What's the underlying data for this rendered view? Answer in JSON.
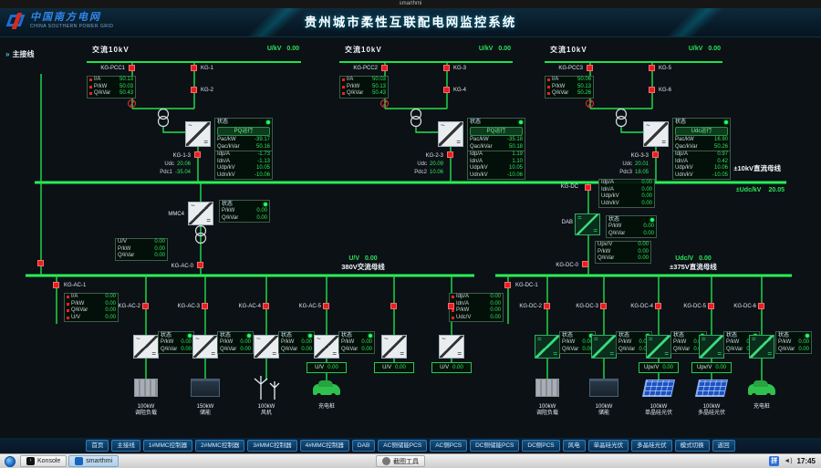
{
  "os": {
    "window_title": "smarthmi",
    "taskbar": {
      "konsole": "Konsole",
      "smarthmi": "smarthmi",
      "tool": "截图工具",
      "ime": "拼",
      "clock": "17:45"
    }
  },
  "header": {
    "logo_cn": "中国南方电网",
    "logo_en": "CHINA SOUTHERN POWER GRID",
    "title": "贵州城市柔性互联配电网监控系统"
  },
  "page_label": "主接线",
  "buses": {
    "dc10": {
      "label": "±10kV直流母线",
      "reading_key": "±Udc/kV",
      "reading_val": "20.05"
    },
    "ac380": {
      "reading_key": "U/V",
      "reading_val": "0.00",
      "label": "380V交流母线"
    },
    "dc375": {
      "reading_key": "Udc/V",
      "reading_val": "0.00",
      "label": "±375V直流母线"
    }
  },
  "feeders": [
    {
      "title": "交流10kV",
      "u_key": "U/kV",
      "u_val": "0.00",
      "pcc": "KG-PCC1",
      "sw_top": "KG-1",
      "sw_mid": "KG-2",
      "sw_dc": "KG-1-3",
      "meter": [
        {
          "k": "I/A",
          "v": "50.13"
        },
        {
          "k": "P/kW",
          "v": "50.03"
        },
        {
          "k": "Q/kVar",
          "v": "50.43"
        }
      ],
      "status": {
        "hdr": "状态",
        "mode": "PQ运行",
        "rows": [
          {
            "k": "Pac/kW",
            "v": "-39.17"
          },
          {
            "k": "Qac/kVar",
            "v": "50.16"
          }
        ]
      },
      "udc_key": "Udc",
      "udc_val": "20.06",
      "pdc_key": "Pdc1",
      "pdc_val": "-35.04",
      "dcmeter": [
        {
          "k": "Idp/A",
          "v": "-1.73"
        },
        {
          "k": "Idn/A",
          "v": "-1.13"
        },
        {
          "k": "Udp/kV",
          "v": "10.05"
        },
        {
          "k": "Udn/kV",
          "v": "-10.06"
        }
      ]
    },
    {
      "title": "交流10kV",
      "u_key": "U/kV",
      "u_val": "0.00",
      "pcc": "KG-PCC2",
      "sw_top": "KG-3",
      "sw_mid": "KG-4",
      "sw_dc": "KG-2-3",
      "meter": [
        {
          "k": "I/A",
          "v": "50.03"
        },
        {
          "k": "P/kW",
          "v": "50.13"
        },
        {
          "k": "Q/kVar",
          "v": "50.43"
        }
      ],
      "status": {
        "hdr": "状态",
        "mode": "PQ运行",
        "rows": [
          {
            "k": "Pac/kW",
            "v": "-35.18"
          },
          {
            "k": "Qac/kVar",
            "v": "50.18"
          }
        ]
      },
      "udc_key": "Udc",
      "udc_val": "20.09",
      "pdc_key": "Pdc2",
      "pdc_val": "10.06",
      "dcmeter": [
        {
          "k": "Idp/A",
          "v": "1.19"
        },
        {
          "k": "Idn/A",
          "v": "1.10"
        },
        {
          "k": "Udp/kV",
          "v": "10.05"
        },
        {
          "k": "Udn/kV",
          "v": "-10.06"
        }
      ]
    },
    {
      "title": "交流10kV",
      "u_key": "U/kV",
      "u_val": "0.00",
      "pcc": "KG-PCC3",
      "sw_top": "KG-5",
      "sw_mid": "KG-6",
      "sw_dc": "KG-3-3",
      "meter": [
        {
          "k": "I/A",
          "v": "50.06"
        },
        {
          "k": "P/kW",
          "v": "50.13"
        },
        {
          "k": "Q/kVar",
          "v": "50.26"
        }
      ],
      "status": {
        "hdr": "状态",
        "mode": "Udc运行",
        "rows": [
          {
            "k": "Pac/kW",
            "v": "16.90"
          },
          {
            "k": "Qac/kVar",
            "v": "50.26"
          }
        ]
      },
      "udc_key": "Udc",
      "udc_val": "20.01",
      "pdc_key": "Pdc3",
      "pdc_val": "18.05",
      "dcmeter": [
        {
          "k": "Idp/A",
          "v": "0.97"
        },
        {
          "k": "Idn/A",
          "v": "0.42"
        },
        {
          "k": "Udp/kV",
          "v": "10.06"
        },
        {
          "k": "Udn/kV",
          "v": "-10.05"
        }
      ]
    }
  ],
  "mmc": {
    "label": "MMC4",
    "status": {
      "hdr": "状态",
      "rows": [
        {
          "k": "P/kW",
          "v": "0.00"
        },
        {
          "k": "Q/kVar",
          "v": "0.00"
        }
      ]
    },
    "meter": [
      {
        "k": "U/V",
        "v": "0.00"
      },
      {
        "k": "P/kW",
        "v": "0.00"
      },
      {
        "k": "Q/kVar",
        "v": "0.00"
      }
    ],
    "sw": "KG-AC-0"
  },
  "dab": {
    "label": "DAB",
    "bus_sw": "KG-DC",
    "bus_meter": [
      {
        "k": "Idp/A",
        "v": "0.00"
      },
      {
        "k": "Idn/A",
        "v": "0.00"
      },
      {
        "k": "Udp/kV",
        "v": "0.00"
      },
      {
        "k": "Udn/kV",
        "v": "0.00"
      }
    ],
    "status": {
      "hdr": "状态",
      "rows": [
        {
          "k": "P/kW",
          "v": "0.00"
        },
        {
          "k": "Q/kVar",
          "v": "0.00"
        }
      ]
    },
    "meter": [
      {
        "k": "Upv/V",
        "v": "0.00"
      },
      {
        "k": "P/kW",
        "v": "0.00"
      },
      {
        "k": "Q/kVar",
        "v": "0.00"
      }
    ],
    "sw": "KG-DC-0"
  },
  "ac_side": {
    "main_sw": "KG-AC-1",
    "main_meter": [
      {
        "k": "I/A",
        "v": "0.00"
      },
      {
        "k": "P/kW",
        "v": "0.00"
      },
      {
        "k": "Q/kVar",
        "v": "0.00"
      },
      {
        "k": "U/V",
        "v": "0.00"
      }
    ],
    "branches": [
      {
        "sw": "KG-AC-2",
        "status": {
          "hdr": "状态",
          "rows": [
            {
              "k": "P/kW",
              "v": "0.00"
            },
            {
              "k": "Q/kVar",
              "v": "0.00"
            }
          ]
        },
        "load": "100kW\n调阻负载"
      },
      {
        "sw": "KG-AC-3",
        "status": {
          "hdr": "状态",
          "rows": [
            {
              "k": "P/kW",
              "v": "0.00"
            },
            {
              "k": "Q/kVar",
              "v": "0.00"
            }
          ]
        },
        "load": "150kW\n储能"
      },
      {
        "sw": "KG-AC-4",
        "status": {
          "hdr": "状态",
          "rows": [
            {
              "k": "P/kW",
              "v": "0.00"
            },
            {
              "k": "Q/kVar",
              "v": "0.00"
            }
          ]
        },
        "load": "100kW\n风机"
      },
      {
        "sw": "KG-AC-5",
        "status": {
          "hdr": "状态",
          "rows": [
            {
              "k": "P/kW",
              "v": "0.00"
            },
            {
              "k": "Q/kVar",
              "v": "0.00"
            }
          ]
        },
        "load": "充电桩",
        "display": {
          "k": "U/V",
          "v": "0.00"
        }
      }
    ],
    "extras": [
      {
        "k": "U/V",
        "v": "0.00"
      },
      {
        "k": "U/V",
        "v": "0.00"
      }
    ]
  },
  "dc_side": {
    "main_sw": "KG-DC-1",
    "main_meter": [
      {
        "k": "Idp/A",
        "v": "0.00"
      },
      {
        "k": "Idn/A",
        "v": "0.00"
      },
      {
        "k": "P/kW",
        "v": "0.00"
      },
      {
        "k": "Udc/V",
        "v": "0.00"
      }
    ],
    "branches": [
      {
        "sw": "KG-DC-2",
        "status": {
          "hdr": "状态",
          "rows": [
            {
              "k": "P/kW",
              "v": "0.00"
            },
            {
              "k": "Q/kVar",
              "v": "0.00"
            }
          ]
        },
        "load": "100kW\n调阻负载"
      },
      {
        "sw": "KG-DC-3",
        "status": {
          "hdr": "状态",
          "rows": [
            {
              "k": "P/kW",
              "v": "0.00"
            },
            {
              "k": "Q/kVar",
              "v": "0.00"
            }
          ]
        },
        "load": "100kW\n储能"
      },
      {
        "sw": "KG-DC-4",
        "status": {
          "hdr": "状态",
          "rows": [
            {
              "k": "P/kW",
              "v": "0.00"
            },
            {
              "k": "Q/kVar",
              "v": "0.00"
            }
          ]
        },
        "load": "100kW\n单晶硅光伏",
        "display": {
          "k": "Upv/V",
          "v": "0.00"
        }
      },
      {
        "sw": "KG-DC-5",
        "status": {
          "hdr": "状态",
          "rows": [
            {
              "k": "P/kW",
              "v": "0.00"
            },
            {
              "k": "Q/kVar",
              "v": "0.00"
            }
          ]
        },
        "load": "100kW\n多晶硅光伏",
        "display": {
          "k": "Upv/V",
          "v": "0.00"
        }
      },
      {
        "sw": "KG-DC-6",
        "status": {
          "hdr": "状态",
          "rows": [
            {
              "k": "P/kW",
              "v": "0.00"
            },
            {
              "k": "Q/kVar",
              "v": "0.00"
            }
          ]
        },
        "load": "充电桩"
      }
    ]
  },
  "nav": {
    "buttons": [
      "首页",
      "主接线",
      "1#MMC控制器",
      "2#MMC控制器",
      "3#MMC控制器",
      "4#MMC控制器",
      "DAB",
      "AC侧储能PCS",
      "AC侧PCS",
      "DC侧储能PCS",
      "DC侧PCS",
      "风电",
      "单晶硅光伏",
      "多晶硅光伏",
      "模式切换",
      "返回"
    ]
  }
}
